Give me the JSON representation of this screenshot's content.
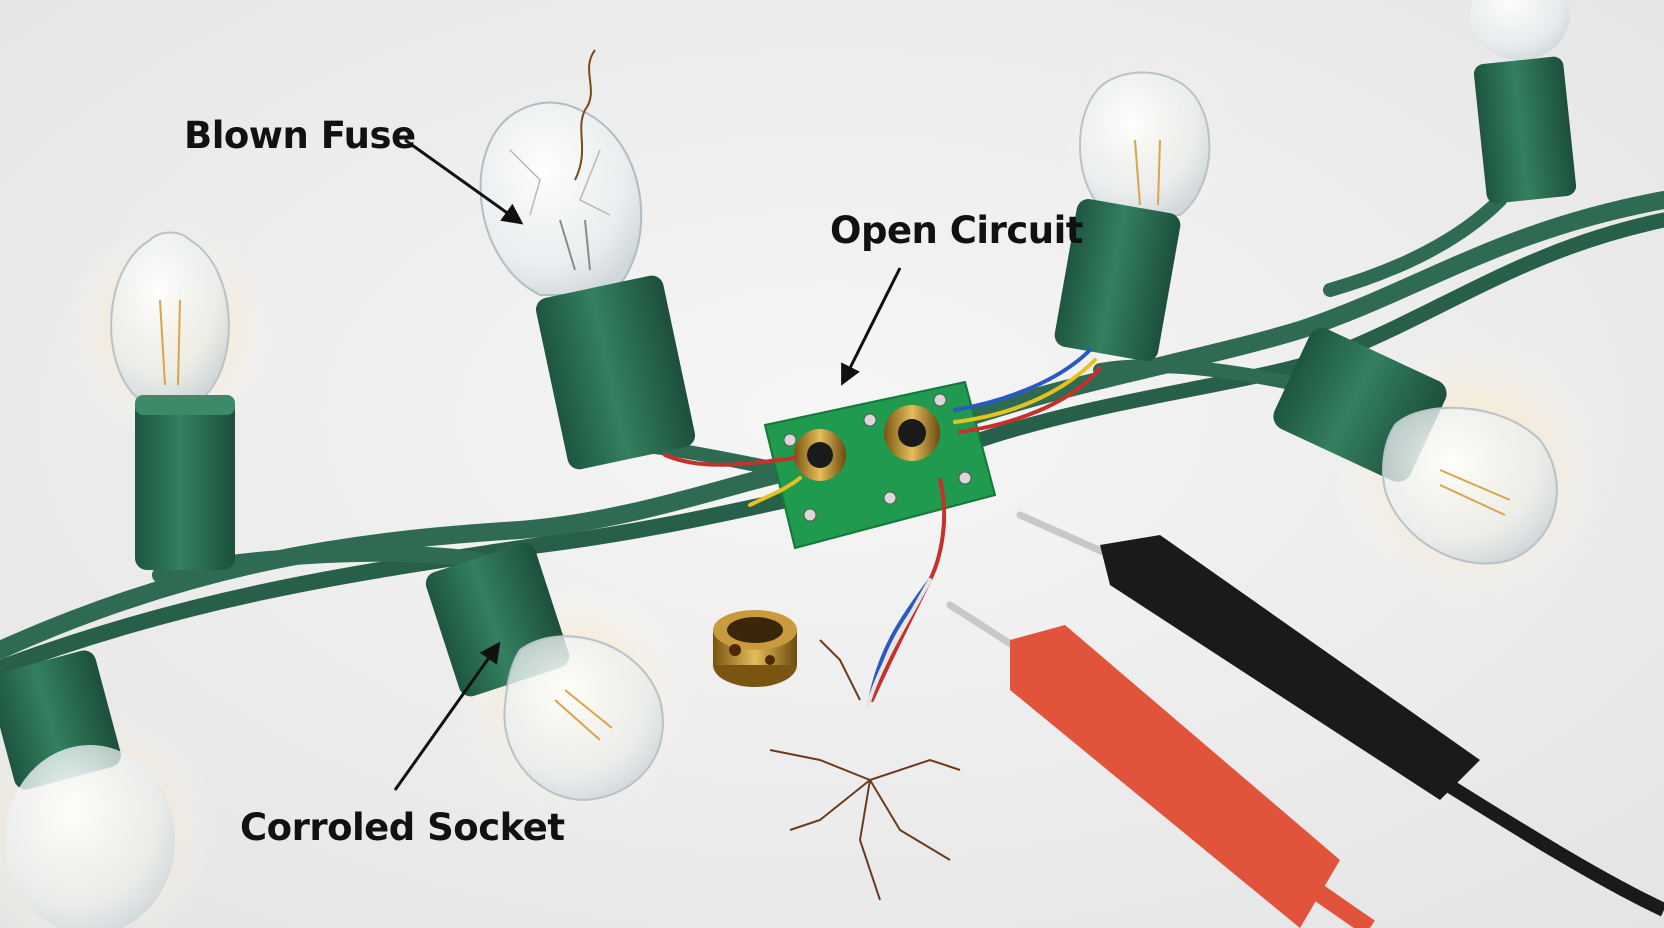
{
  "annotations": {
    "blown_fuse": "Blown Fuse",
    "open_circuit": "Open Circuit",
    "corroded_socket": "Corroled Socket"
  },
  "colors": {
    "background": "#ebebeb",
    "cord_green": "#2f6b52",
    "socket_green": "#2f7256",
    "pcb_green": "#1f9a4e",
    "probe_red": "#e2533c",
    "probe_black": "#1a1a1a",
    "label_text": "#111111"
  },
  "icons": [
    "arrow-icon"
  ]
}
